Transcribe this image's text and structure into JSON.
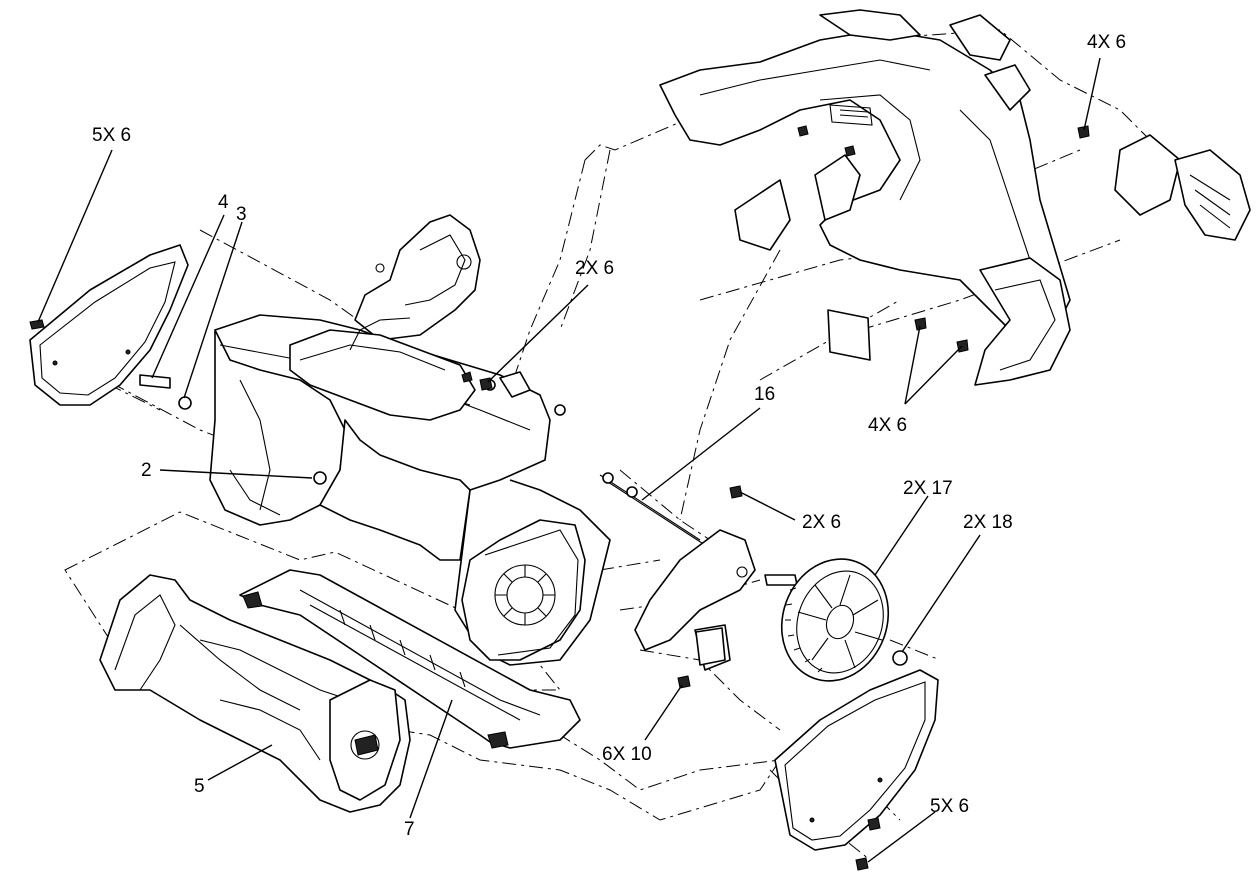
{
  "callouts": {
    "c1": "5X 6",
    "c2": "4",
    "c3": "3",
    "c4": "2",
    "c5": "2X 6",
    "c6": "16",
    "c7": "2X 6",
    "c8": "2X 17",
    "c9": "2X 18",
    "c10": "4X 6",
    "c11": "4X 6",
    "c12": "6X 10",
    "c13": "5",
    "c14": "7",
    "c15": "5X 6"
  }
}
